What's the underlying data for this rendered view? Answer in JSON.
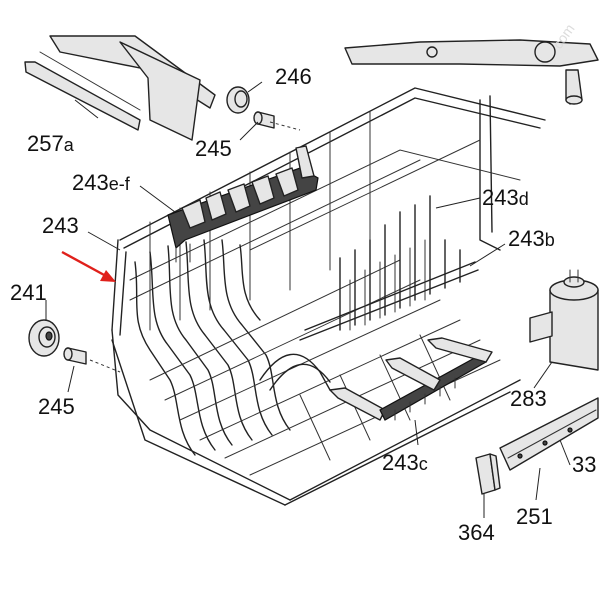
{
  "callouts": [
    {
      "id": "257a",
      "num": "257",
      "suffix": "a"
    },
    {
      "id": "246",
      "num": "246",
      "suffix": ""
    },
    {
      "id": "245-top",
      "num": "245",
      "suffix": ""
    },
    {
      "id": "243e-f",
      "num": "243",
      "suffix": "e-f"
    },
    {
      "id": "243d",
      "num": "243",
      "suffix": "d"
    },
    {
      "id": "243",
      "num": "243",
      "suffix": ""
    },
    {
      "id": "243b",
      "num": "243",
      "suffix": "b"
    },
    {
      "id": "241",
      "num": "241",
      "suffix": ""
    },
    {
      "id": "245-left",
      "num": "245",
      "suffix": ""
    },
    {
      "id": "283",
      "num": "283",
      "suffix": ""
    },
    {
      "id": "243c",
      "num": "243",
      "suffix": "c"
    },
    {
      "id": "33",
      "num": "33",
      "suffix": ""
    },
    {
      "id": "251",
      "num": "251",
      "suffix": ""
    },
    {
      "id": "364",
      "num": "364",
      "suffix": ""
    }
  ],
  "colors": {
    "line": "#222222",
    "arrow": "#e0201b",
    "background": "#ffffff"
  }
}
